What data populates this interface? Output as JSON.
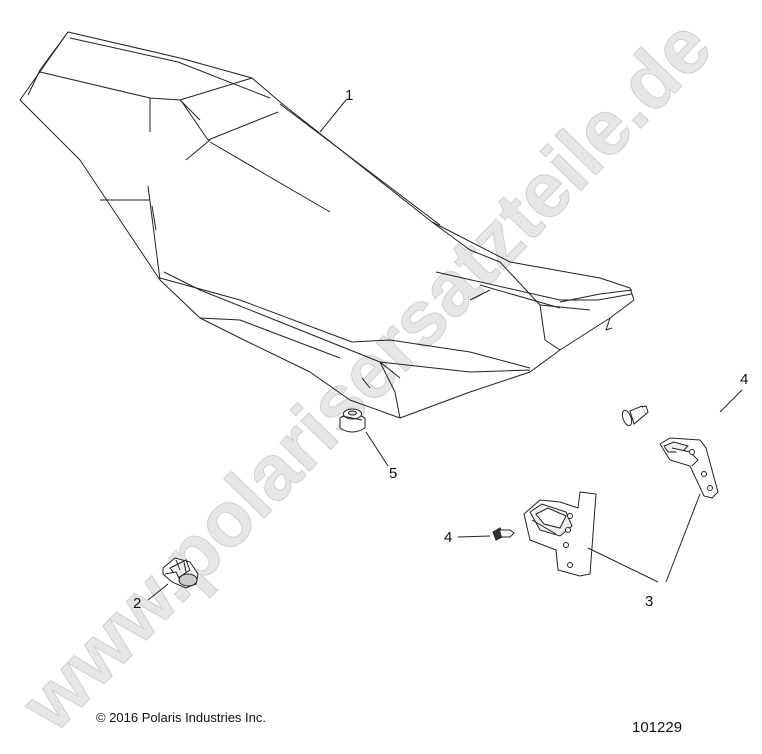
{
  "watermark": {
    "text": "www.polarisersatzteile.de",
    "color": "#e3e3e3"
  },
  "parts": [
    {
      "id": "seat",
      "callout": "1"
    },
    {
      "id": "bushing-left",
      "callout": "2"
    },
    {
      "id": "seat-latch-brackets",
      "callout": "3"
    },
    {
      "id": "push-rivet-upper",
      "callout": "4"
    },
    {
      "id": "push-rivet-lower",
      "callout": "4"
    },
    {
      "id": "rubber-grommet",
      "callout": "5"
    }
  ],
  "footer": {
    "copyright": "© 2016 Polaris Industries Inc.",
    "diagram_number": "101229"
  },
  "colors": {
    "line": "#222222",
    "background": "#ffffff"
  }
}
